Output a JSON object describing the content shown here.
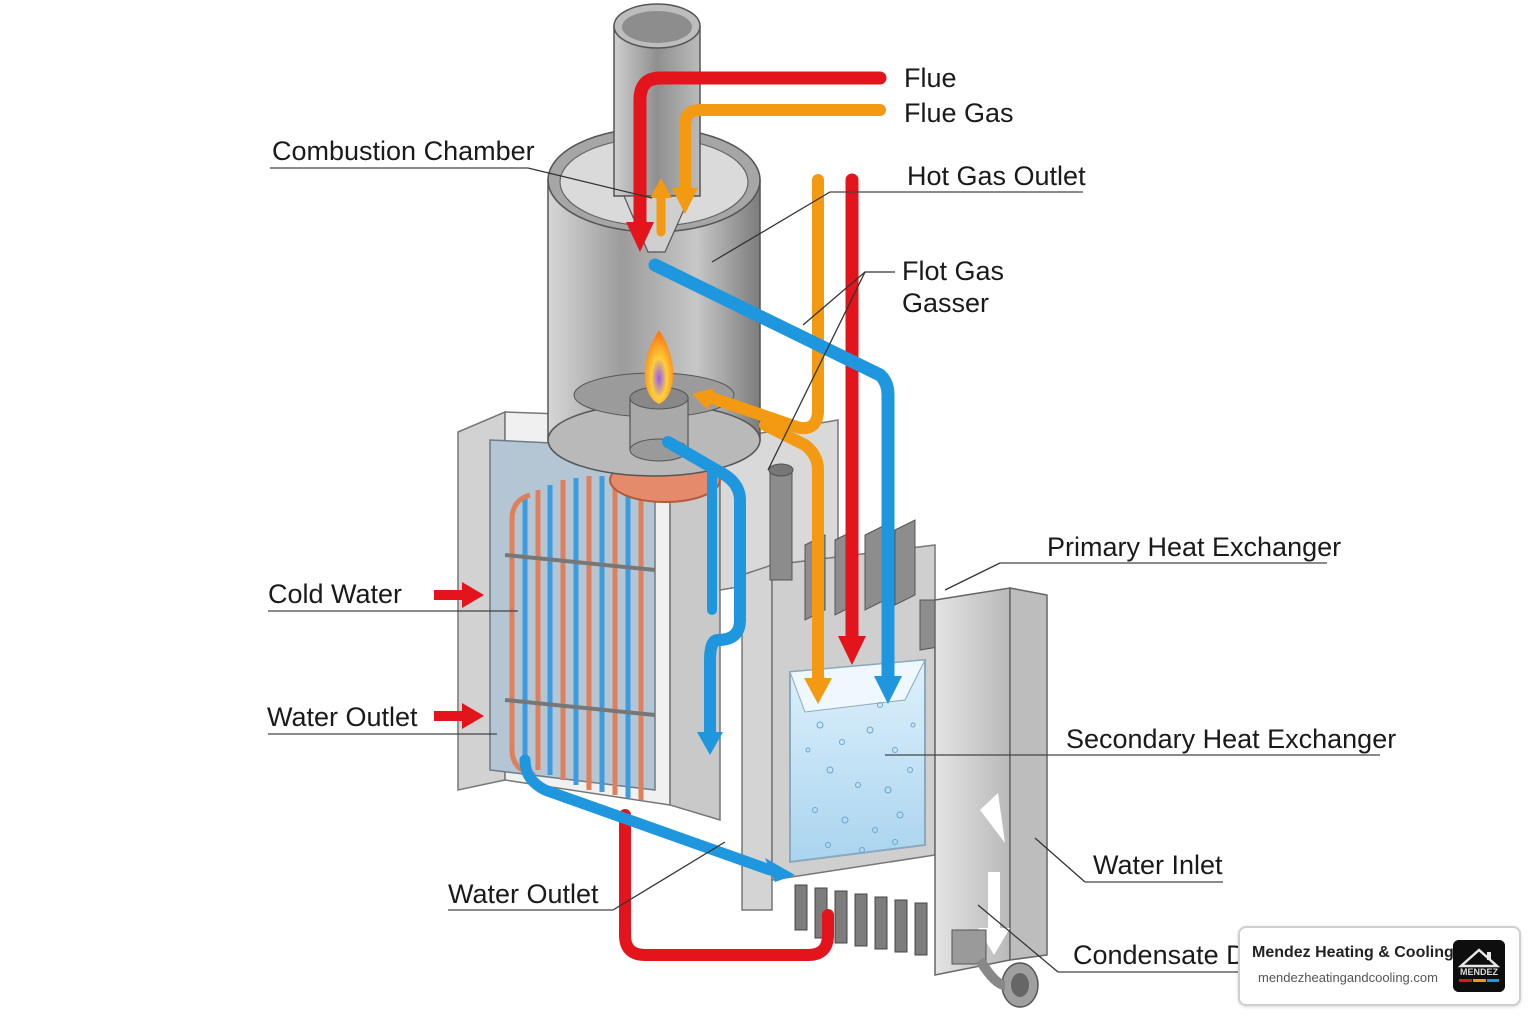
{
  "labels": {
    "flue": "Flue",
    "flue_gas": "Flue Gas",
    "combustion_chamber": "Combustion Chamber",
    "hot_gas_outlet": "Hot Gas Outlet",
    "flot_gas": "Flot Gas",
    "gasser": "Gasser",
    "primary_heat_exchanger": "Primary Heat Exchanger",
    "cold_water": "Cold Water",
    "water_outlet_left": "Water Outlet",
    "secondary_heat_exchanger": "Secondary Heat Exchanger",
    "water_inlet": "Water Inlet",
    "water_outlet_bottom": "Water Outlet",
    "condensate": "Condensate D"
  },
  "brand": {
    "name": "Mendez Heating & Cooling",
    "url": "mendezheatingandcooling.com",
    "logo_text": "MENDEZ"
  },
  "colors": {
    "hot_flow": "#e3141b",
    "warm_flow": "#f39a12",
    "cold_flow": "#1f97df",
    "copper": "#e0805a",
    "metal": "#a9aaac"
  }
}
